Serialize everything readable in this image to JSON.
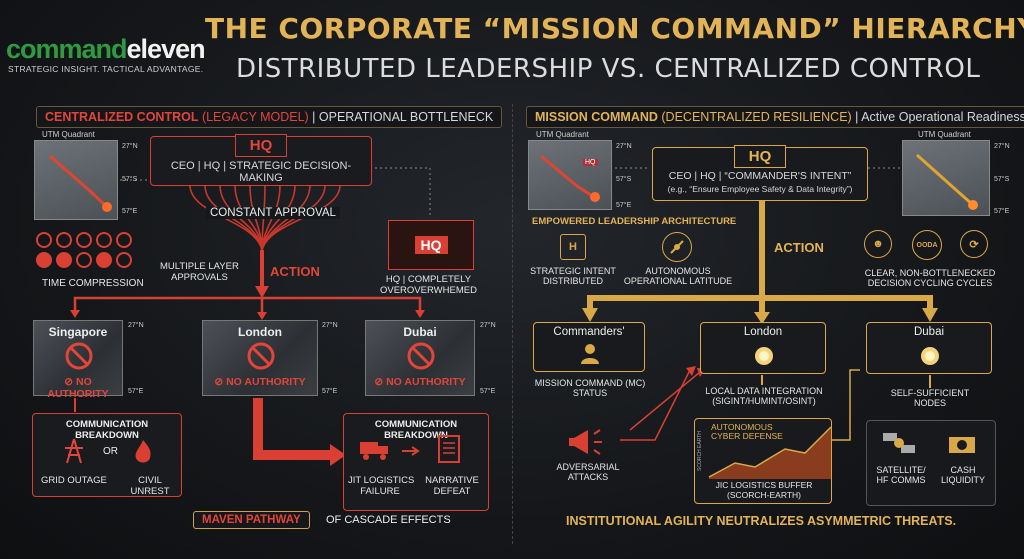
{
  "brand": {
    "name_green": "command",
    "name_white": "eleven",
    "tagline": "STRATEGIC INSIGHT. TACTICAL ADVANTAGE."
  },
  "title": {
    "line1": "THE CORPORATE “MISSION COMMAND” HIERARCHY:",
    "line2": "DISTRIBUTED LEADERSHIP VS. CENTRALIZED CONTROL"
  },
  "left": {
    "tag_red": "CENTRALIZED CONTROL",
    "tag_paren": " (LEGACY MODEL)",
    "tag_rest": " | OPERATIONAL BOTTLENECK",
    "map_label": "UTM Quadrant",
    "coords": {
      "n": "27°N",
      "mid": "57°S",
      "e": "57°E"
    },
    "hq_title": "HQ",
    "hq_line": "CEO | HQ | STRATEGIC DECISION-MAKING",
    "constant_approval": "CONSTANT APPROVAL",
    "time_compression": "TIME COMPRESSION",
    "multi_layer": "MULTIPLE LAYER\nAPPROVALS",
    "action": "ACTION",
    "hq_icon": "HQ",
    "overwhelmed": "HQ | COMPLETELY\nOVEROVERWHEMED",
    "cities": [
      {
        "name": "Singapore",
        "status": "⊘ NO AUTHORITY"
      },
      {
        "name": "London",
        "status": "⊘ NO AUTHORITY"
      },
      {
        "name": "Dubai",
        "status": "⊘ NO AUTHORITY"
      }
    ],
    "comm1_title": "COMMUNICATION BREAKDOWN",
    "grid_outage": "GRID OUTAGE",
    "or": "OR",
    "civil_unrest": "CIVIL UNREST",
    "comm2_title": "COMMUNICATION BREAKDOWN",
    "jit": "JIT LOGISTICS\nFAILURE",
    "narrative": "NARRATIVE\nDEFEAT",
    "maven": "MAVEN PATHWAY",
    "cascade": "OF CASCADE EFFECTS"
  },
  "right": {
    "tag_gold": "MISSION COMMAND",
    "tag_paren": " (DECENTRALIZED RESILIENCE)",
    "tag_rest": " | Active Operational Readiness",
    "map_label": "UTM Quadrant",
    "map_hq": "HQ",
    "coords": {
      "n": "27°N",
      "mid": "57°S",
      "e": "57°E"
    },
    "hq_title": "HQ",
    "hq_line1": "CEO | HQ | “COMMANDER'S INTENT”",
    "hq_line2": "(e.g., “Ensure Employee Safety & Data Integrity”)",
    "empowered": "EMPOWERED LEADERSHIP ARCHITECTURE",
    "intent_icon": "H",
    "strategic": "STRATEGIC INTENT\nDISTRIBUTED",
    "autonomous": "AUTONOMOUS\nOPERATIONAL LATITUDE",
    "action": "ACTION",
    "ooda": "OODA",
    "clear": "CLEAR, NON-BOTTLENECKED\nDECISION CYCLING CYCLES",
    "nodes": [
      "Commanders'",
      "London",
      "Dubai"
    ],
    "mc_status": "MISSION COMMAND (MC)\nSTATUS",
    "local_data": "LOCAL DATA INTEGRATION\n(SIGINT/HUMINT/OSINT)",
    "self_sufficient": "SELF-SUFFICIENT\nNODES",
    "cyber": "AUTONOMOUS\nCYBER DEFENSE",
    "scorch": "SCORCH EARTH",
    "jic": "JIC LOGISTICS BUFFER\n(SCORCH-EARTH)",
    "adversarial": "ADVERSARIAL\nATTACKS",
    "satellite": "SATELLITE/\nHF COMMS",
    "cash": "CASH\nLIQUIDITY",
    "agility": "INSTITUTIONAL AGILITY NEUTRALIZES ASYMMETRIC THREATS."
  },
  "colors": {
    "red": "#d94033",
    "gold": "#d9a948",
    "green": "#2e9b43"
  },
  "icons": [
    "no-entry-icon",
    "clock-icon",
    "hq-building-icon",
    "chain-icon",
    "truck-icon",
    "document-icon",
    "person-icon",
    "megaphone-icon",
    "satellite-icon",
    "cash-icon",
    "ooda-icon",
    "compass-icon"
  ]
}
